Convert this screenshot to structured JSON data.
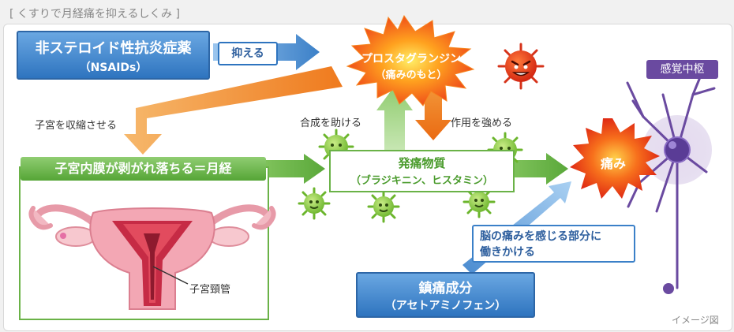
{
  "title": "[ くすりで月経痛を抑えるしくみ ]",
  "nsaids": {
    "line1": "非ステロイド性抗炎症薬",
    "line2": "（NSAIDs）"
  },
  "suppress": "抑える",
  "prostaglandin": {
    "line1": "プロスタグランジン",
    "line2": "（痛みのもと）"
  },
  "uterus_contract": "子宮を収縮させる",
  "menstruation": "子宮内膜が剥がれ落ちる＝月経",
  "helps_synthesis": "合成を助ける",
  "strengthens": "作用を強める",
  "pain_substance": {
    "line1": "発痛物質",
    "line2": "（ブラジキニン、ヒスタミン）"
  },
  "pain": "痛み",
  "sensory_center": "感覚中枢",
  "brain_part": {
    "line1": "脳の痛みを感じる部分に",
    "line2": "働きかける"
  },
  "analgesic": {
    "line1": "鎮痛成分",
    "line2": "（アセトアミノフェン）"
  },
  "cervical_canal": "子宮頸管",
  "image_note": "イメージ図",
  "icons": [
    "red-germ-icon",
    "green-germ-icon",
    "neuron-icon",
    "uterus-illustration",
    "starburst-icon"
  ],
  "colors": {
    "blue": "#3b80c8",
    "green": "#5fad40",
    "orange": "#f07a1e",
    "red": "#e8321c",
    "purple": "#6a4aa0"
  }
}
